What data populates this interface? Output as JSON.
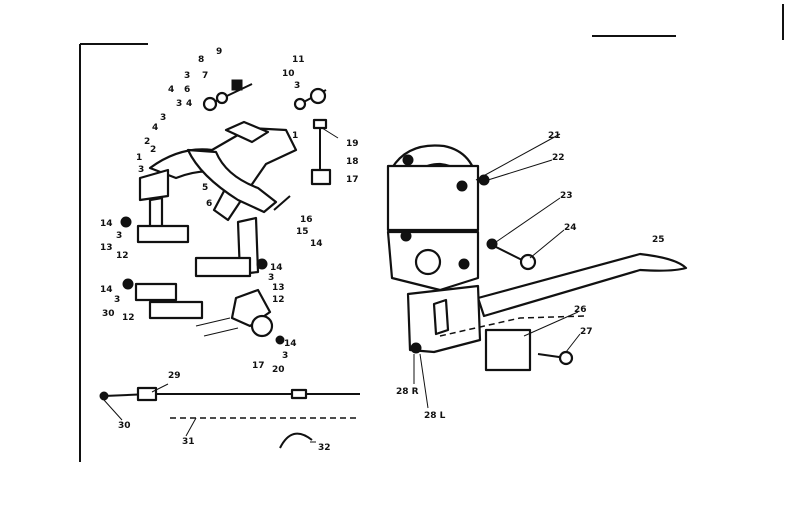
{
  "labels": {
    "l1": "1",
    "l2": "2",
    "l3": "3",
    "l4": "4",
    "l5": "5",
    "l6": "6",
    "l7": "7",
    "l8": "8",
    "l9": "9",
    "l10": "10",
    "l11": "11",
    "l12": "12",
    "l13": "13",
    "l14": "14",
    "l15": "15",
    "l16": "16",
    "l17": "17",
    "l18": "18",
    "l19": "19",
    "l20": "20",
    "l21": "21",
    "l22": "22",
    "l23": "23",
    "l24": "24",
    "l25": "25",
    "l26": "26",
    "l27": "27",
    "l28r": "28 R",
    "l28l": "28 L",
    "l29": "29",
    "l30": "30",
    "l31": "31",
    "l32": "32"
  }
}
